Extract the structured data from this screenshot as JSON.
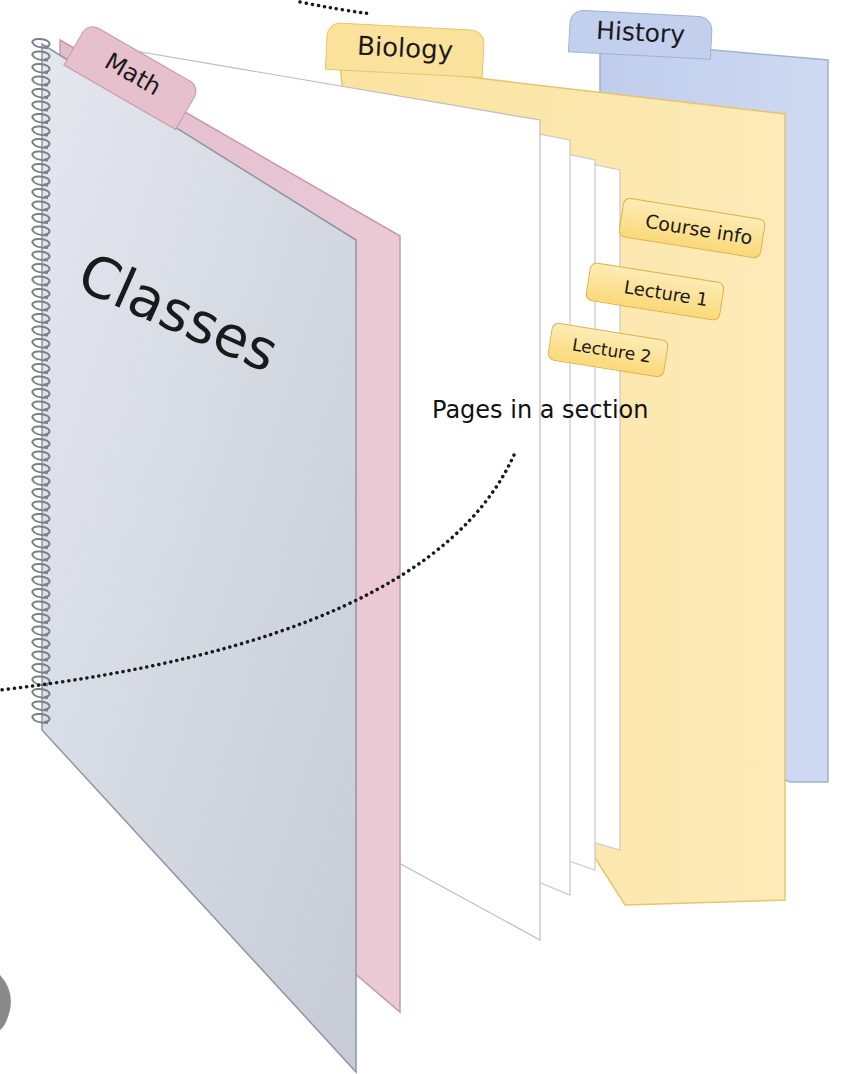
{
  "diagram": {
    "nodes": [
      {
        "text": [
          "Classes"
        ]
      },
      {
        "text": [
          "Math"
        ]
      },
      {
        "text": [
          "Biology"
        ]
      },
      {
        "text": [
          "History"
        ]
      },
      {
        "text": [
          "Course info"
        ]
      },
      {
        "text": [
          "Lecture 1"
        ]
      },
      {
        "text": [
          "Lecture 2"
        ]
      }
    ],
    "labels": [
      "Pages in a section"
    ]
  }
}
